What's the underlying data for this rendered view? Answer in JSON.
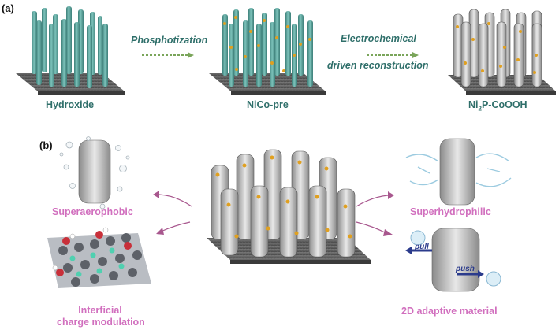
{
  "panel_a": {
    "label": "(a)",
    "steps": [
      {
        "name": "Hydroxide"
      },
      {
        "name": "NiCo-pre"
      },
      {
        "name_main": "Ni",
        "name_sub": "2",
        "name_rest": "P-CoOOH"
      }
    ],
    "arrows": [
      {
        "text": "Phosphotization"
      },
      {
        "line1": "Electrochemical",
        "line2": "driven reconstruction"
      }
    ]
  },
  "panel_b": {
    "label": "(b)",
    "properties": [
      {
        "text": "Superaerophobic"
      },
      {
        "text": "Superhydrophilic"
      },
      {
        "line1": "Interficial",
        "line2": "charge modulation"
      },
      {
        "text": "2D adaptive material"
      }
    ],
    "annotations": {
      "pull": "pull",
      "push": "push"
    }
  },
  "colors": {
    "substrate": "#5a5a5a",
    "hydroxide_rod": "#5fa7a0",
    "label_teal": "#2f6f6a",
    "label_pink": "#d16fbe",
    "arrow_green": "#7aa55a",
    "arrow_pink": "#a8578e"
  }
}
